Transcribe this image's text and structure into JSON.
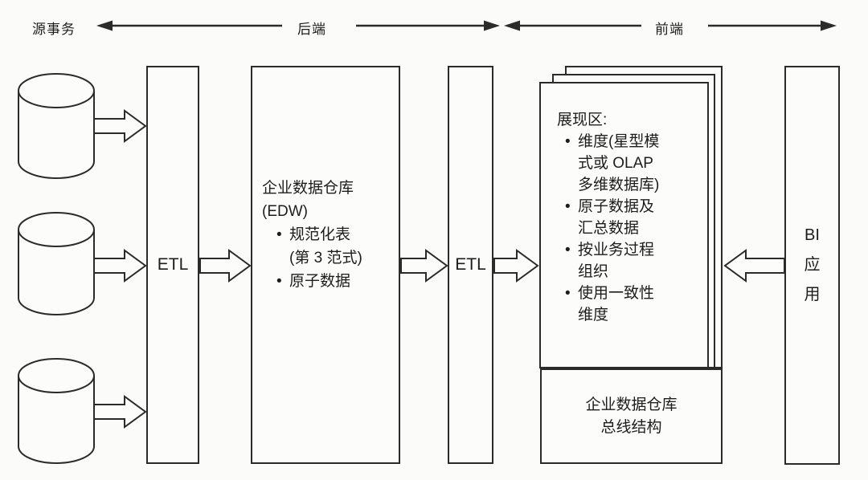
{
  "figure": {
    "description": "企业数据仓库混合架构图 (hybrid DW/BI architecture diagram)"
  },
  "header": {
    "source_label": "源事务",
    "backend_label": "后端",
    "frontend_label": "前端"
  },
  "bullet_char": "•",
  "etl_left": {
    "label": "ETL"
  },
  "etl_right": {
    "label": "ETL"
  },
  "edw": {
    "title": "企业数据仓库",
    "subtitle": "(EDW)",
    "bullets": [
      "规范化表\n(第 3 范式)",
      "原子数据"
    ]
  },
  "presentation": {
    "title": "展现区:",
    "bullets": [
      "维度(星型模\n式或 OLAP\n多维数据库)",
      "原子数据及\n汇总数据",
      "按业务过程\n组织",
      "使用一致性\n维度"
    ]
  },
  "bus": {
    "line1": "企业数据仓库",
    "line2": "总线结构"
  },
  "bi": {
    "line1": "BI",
    "line2": "应",
    "line3": "用"
  },
  "icons": {
    "source_database": "database-cylinder-icon",
    "flow_arrow_right": "block-arrow-right-icon",
    "flow_arrow_left": "block-arrow-left-icon",
    "span_arrow": "thin-span-arrow-icon"
  },
  "colors": {
    "line": "#2b2b2b",
    "text": "#1d1d1d",
    "background": "#fbfbfa",
    "shape_fill": "#fcfcfb"
  }
}
